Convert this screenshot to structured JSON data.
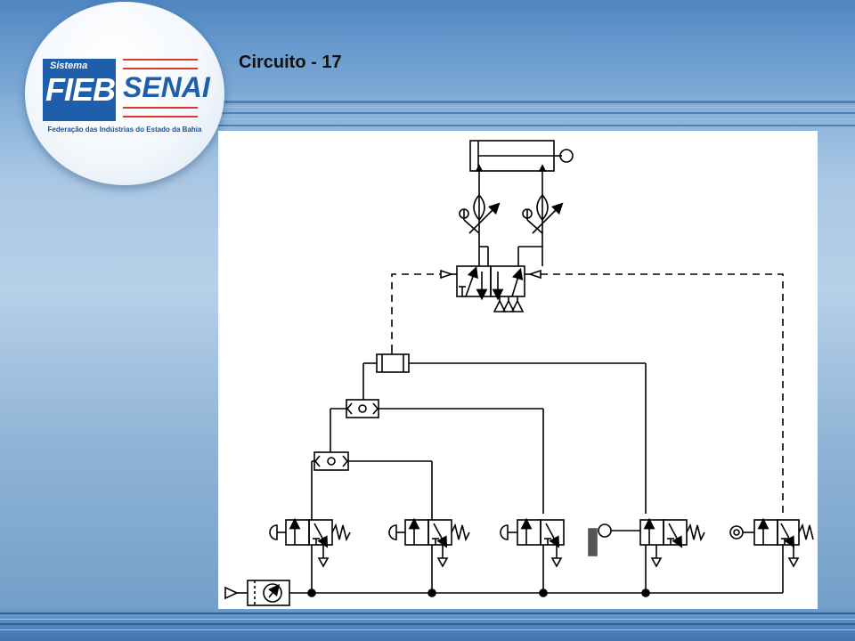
{
  "slide": {
    "title": "Circuito - 17"
  },
  "logo": {
    "sistema": "Sistema",
    "fieb": "FIEB",
    "senai": "SENAI",
    "federacao": "Federação das Indústrias do Estado da Bahia"
  },
  "diagram": {
    "components": [
      "double-acting-cylinder",
      "flow-control-valve-left",
      "flow-control-valve-right",
      "main-5-2-pilot-valve",
      "and-valve",
      "or-valve-upper",
      "or-valve-lower",
      "pushbutton-valve-1",
      "pushbutton-valve-2",
      "pushbutton-valve-3",
      "roller-lever-valve-4",
      "roller-valve-5",
      "air-supply-filter"
    ]
  }
}
